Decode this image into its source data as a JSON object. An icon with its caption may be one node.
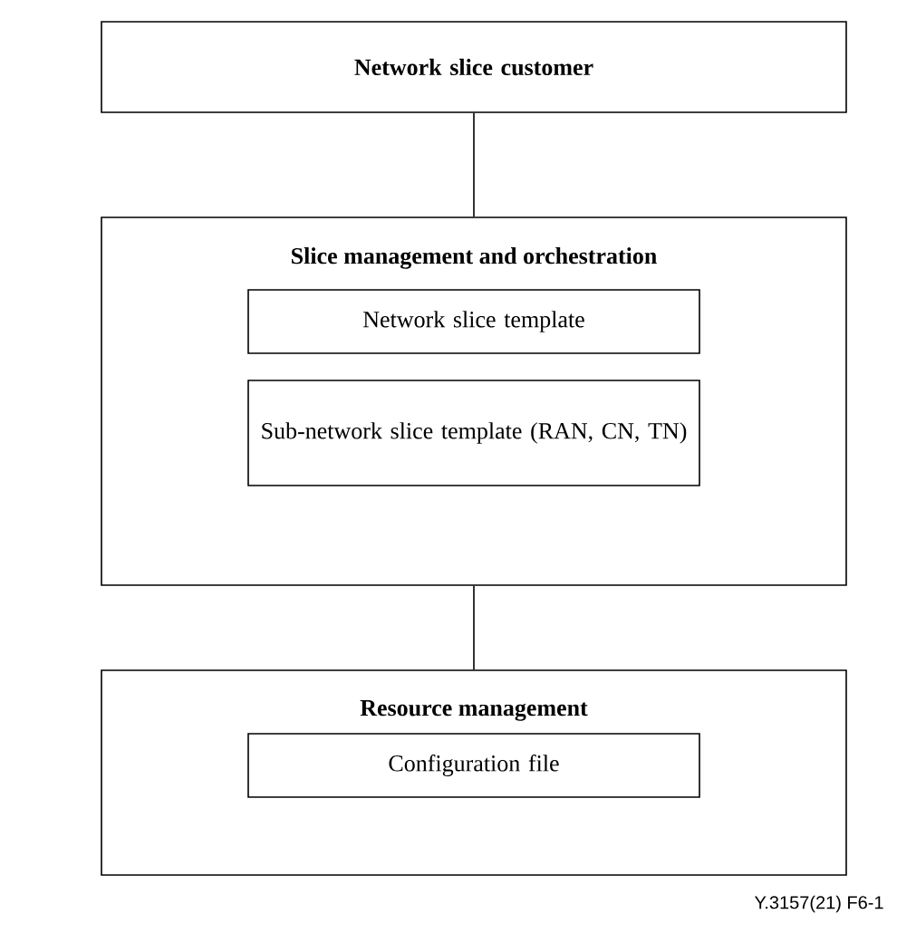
{
  "diagram": {
    "nodes": [
      {
        "text": [
          "Network slice customer"
        ]
      },
      {
        "text": [
          "Slice management and orchestration"
        ]
      },
      {
        "text": [
          "Network slice template"
        ],
        "in": 1
      },
      {
        "text": [
          "Sub-network slice template (RAN, CN, TN)"
        ],
        "in": 1
      },
      {
        "text": [
          "Resource management"
        ]
      },
      {
        "text": [
          "Configuration file"
        ],
        "in": 4
      }
    ],
    "edges": [
      {
        "from": 0,
        "to": 1,
        "arrow": "none"
      },
      {
        "from": 1,
        "to": 4,
        "arrow": "none"
      }
    ],
    "labels": [
      "Y.3157(21) F6-1"
    ]
  }
}
